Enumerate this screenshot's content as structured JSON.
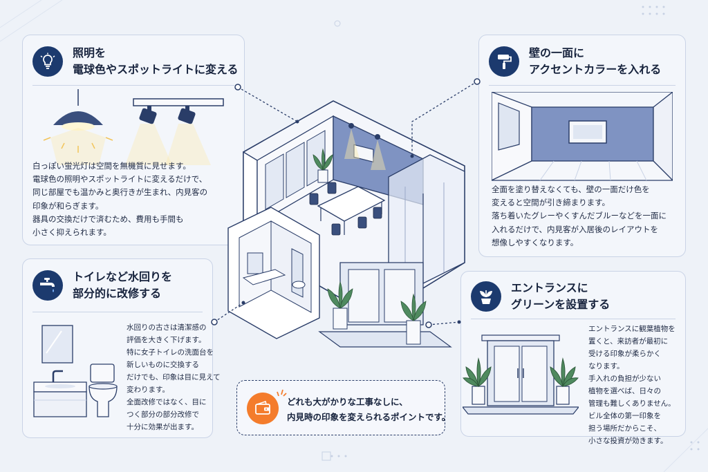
{
  "lighting": {
    "title_line1": "照明を",
    "title_line2": "電球色やスポットライトに変える",
    "icon": "lightbulb-icon",
    "body": [
      "白っぽい蛍光灯は空間を無機質に見せます。",
      "電球色の照明やスポットライトに変えるだけで、",
      "同じ部屋でも温かみと奥行きが生まれ、内見客の",
      "印象が和らぎます。",
      "器具の交換だけで済むため、費用も手間も",
      "小さく抑えられます。"
    ]
  },
  "accent_wall": {
    "title_line1": "壁の一面に",
    "title_line2": "アクセントカラーを入れる",
    "icon": "paint-roller-icon",
    "body": [
      "全面を塗り替えなくても、壁の一面だけ色を",
      "変えると空間が引き締まります。",
      "落ち着いたグレーやくすんだブルーなどを一面に",
      "入れるだけで、内見客が入居後のレイアウトを",
      "想像しやすくなります。"
    ]
  },
  "restroom": {
    "title_line1": "トイレなど水回りを",
    "title_line2": "部分的に改修する",
    "icon": "faucet-icon",
    "body": [
      "水回りの古さは清潔感の",
      "評価を大きく下げます。",
      "特に女子トイレの洗面台を",
      "新しいものに交換する",
      "だけでも、印象は目に見えて",
      "変わります。",
      "全面改修ではなく、目に",
      "つく部分の部分改修で",
      "十分に効果が出ます。"
    ]
  },
  "entrance": {
    "title_line1": "エントランスに",
    "title_line2": "グリーンを設置する",
    "icon": "potted-plant-icon",
    "body": [
      "エントランスに観葉植物を",
      "置くと、来訪者が最初に",
      "受ける印象が柔らかく",
      "なります。",
      "手入れの負担が少ない",
      "植物を選べば、日々の",
      "管理も難しくありません。",
      "ビル全体の第一印象を",
      "担う場所だからこそ、",
      "小さな投資が効きます。"
    ]
  },
  "callout": {
    "line1": "どれも大がかりな工事なしに、",
    "line2": "内見時の印象を変えられるポイントです。",
    "icon": "wallet-icon"
  },
  "colors": {
    "navy": "#1c3a6e",
    "accent_blue": "#7f93c2",
    "orange": "#f47c2c",
    "card_bg": "#f3f6fb"
  }
}
